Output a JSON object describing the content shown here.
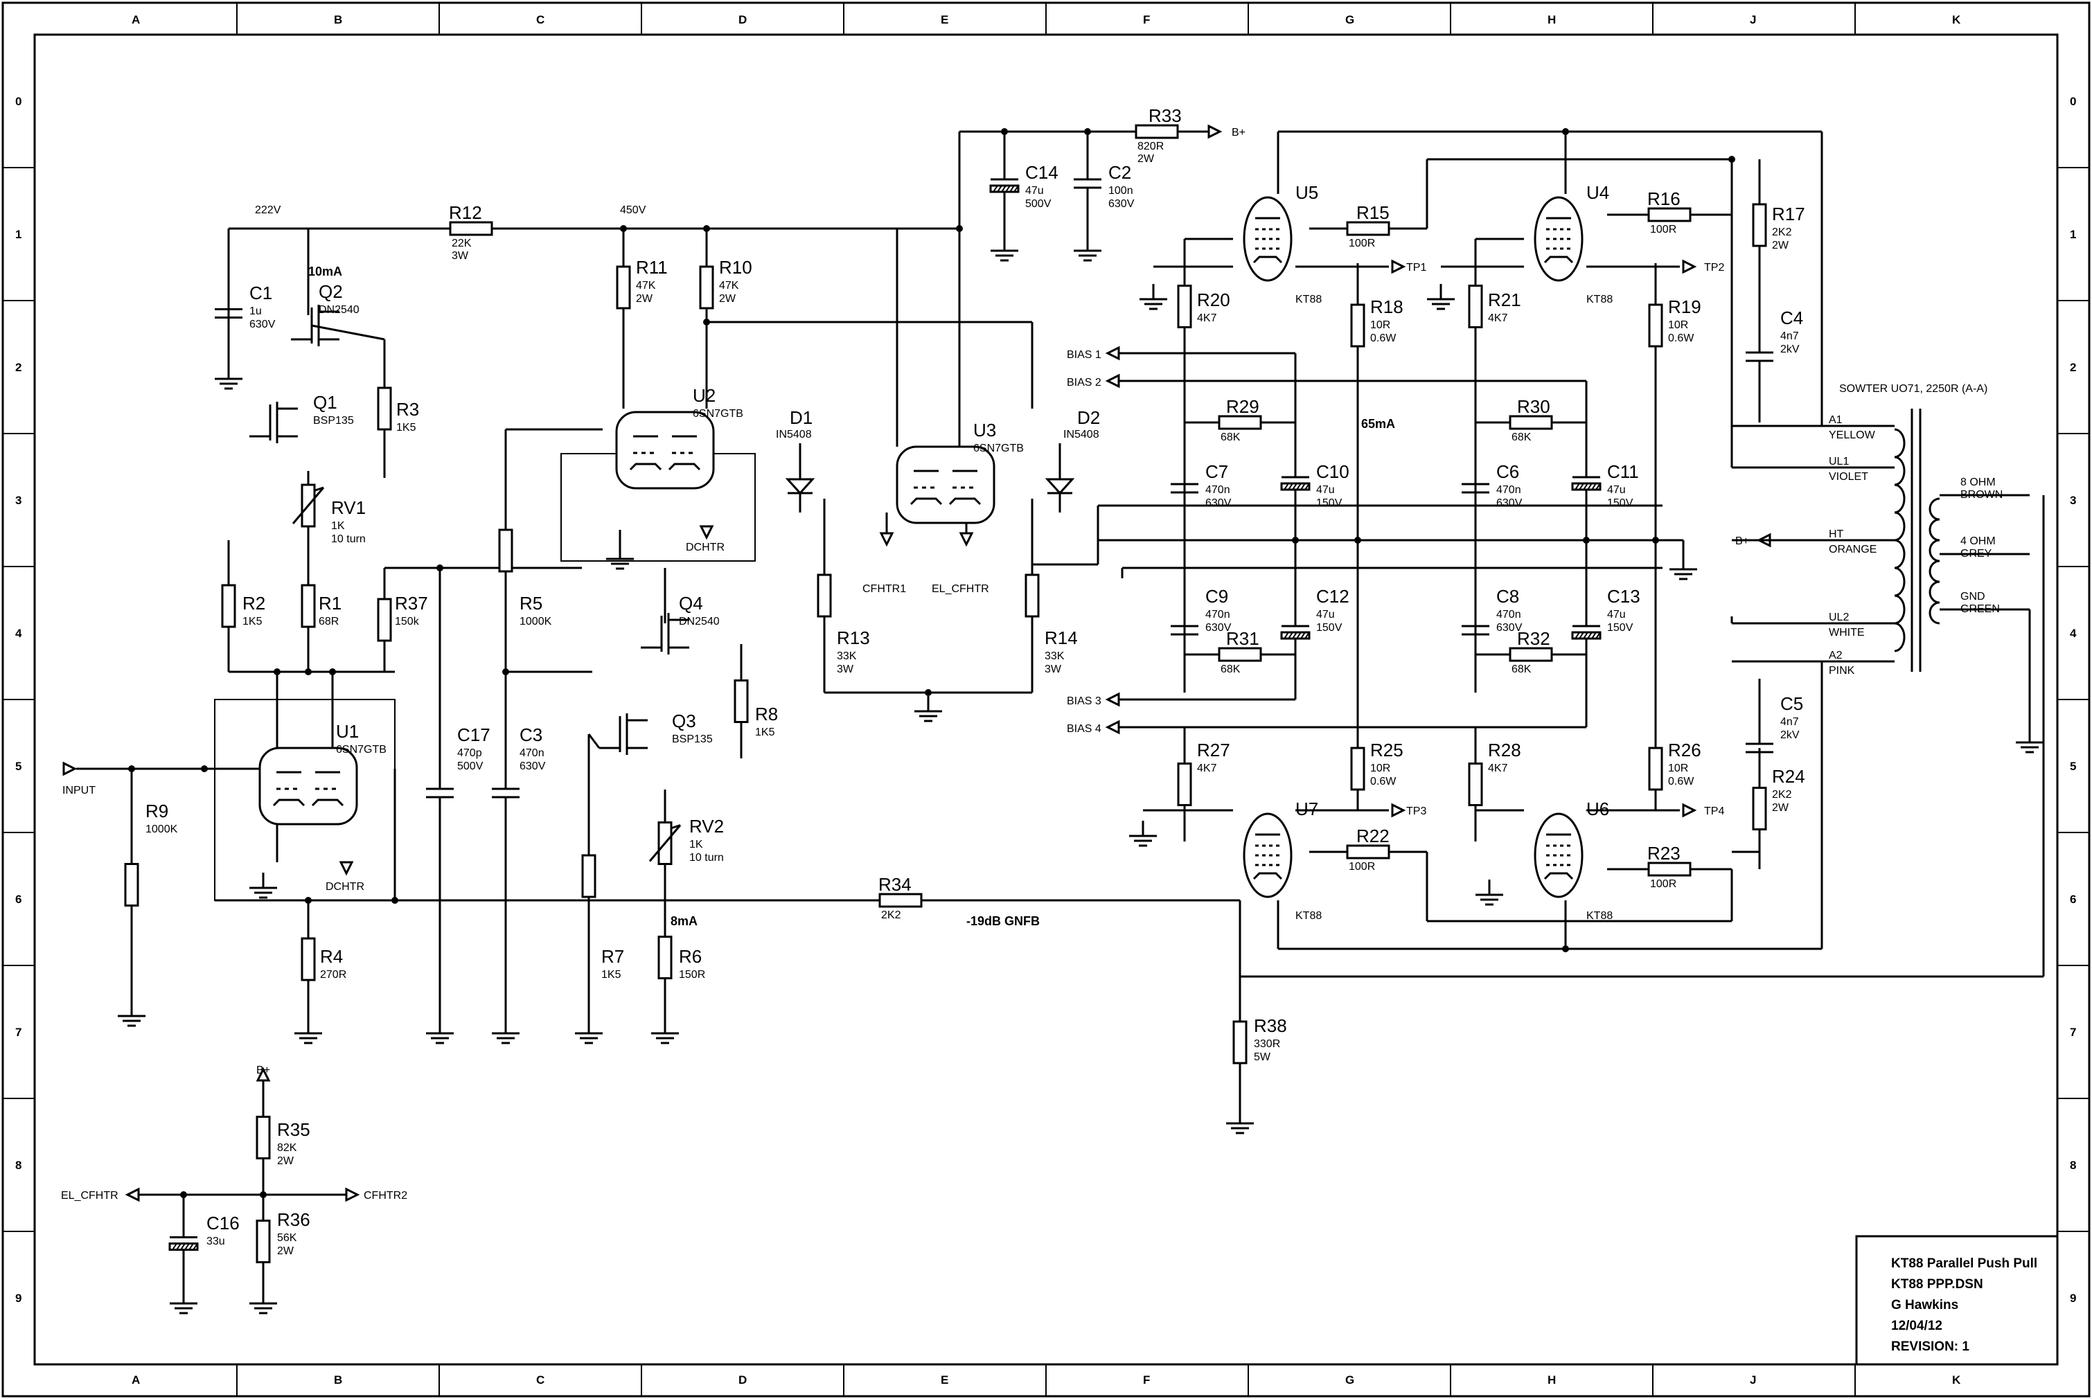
{
  "frame": {
    "columns": [
      "A",
      "B",
      "C",
      "D",
      "E",
      "F",
      "G",
      "H",
      "J",
      "K"
    ],
    "rows": [
      "0",
      "1",
      "2",
      "3",
      "4",
      "5",
      "6",
      "7",
      "8",
      "9"
    ]
  },
  "title_block": {
    "title": "KT88 Parallel Push Pull",
    "file": "KT88 PPP.DSN",
    "author": "G Hawkins",
    "date": "12/04/12",
    "revision": "REVISION:  1"
  },
  "net_labels": {
    "input": "INPUT",
    "v222": "222V",
    "v450": "450V",
    "i10": "10mA",
    "i8": "8mA",
    "i65": "65mA",
    "gnfb": "-19dB GNFB",
    "bplus": "B+",
    "dchtr": "DCHTR",
    "cfhtr1": "CFHTR1",
    "el_cfhtr": "EL_CFHTR",
    "cfhtr2": "CFHTR2",
    "bias1": "BIAS 1",
    "bias2": "BIAS 2",
    "bias3": "BIAS 3",
    "bias4": "BIAS 4",
    "tp1": "TP1",
    "tp2": "TP2",
    "tp3": "TP3",
    "tp4": "TP4"
  },
  "transformer": {
    "title": "SOWTER UO71, 2250R (A-A)",
    "primary": [
      {
        "pin": "A1",
        "color": "YELLOW"
      },
      {
        "pin": "UL1",
        "color": "VIOLET"
      },
      {
        "pin": "HT",
        "color": "ORANGE"
      },
      {
        "pin": "UL2",
        "color": "WHITE"
      },
      {
        "pin": "A2",
        "color": "PINK"
      }
    ],
    "secondary": [
      {
        "tap": "8 OHM",
        "color": "BROWN"
      },
      {
        "tap": "4 OHM",
        "color": "GREY"
      },
      {
        "tap": "GND",
        "color": "GREEN"
      }
    ]
  },
  "components": {
    "R1": {
      "ref": "R1",
      "v": "68R"
    },
    "R2": {
      "ref": "R2",
      "v": "1K5"
    },
    "R3": {
      "ref": "R3",
      "v": "1K5"
    },
    "R4": {
      "ref": "R4",
      "v": "270R"
    },
    "R5": {
      "ref": "R5",
      "v": "1000K"
    },
    "R6": {
      "ref": "R6",
      "v": "150R"
    },
    "R7": {
      "ref": "R7",
      "v": "1K5"
    },
    "R8": {
      "ref": "R8",
      "v": "1K5"
    },
    "R9": {
      "ref": "R9",
      "v": "1000K"
    },
    "R10": {
      "ref": "R10",
      "v": "47K",
      "v2": "2W"
    },
    "R11": {
      "ref": "R11",
      "v": "47K",
      "v2": "2W"
    },
    "R12": {
      "ref": "R12",
      "v": "22K",
      "v2": "3W"
    },
    "R13": {
      "ref": "R13",
      "v": "33K",
      "v2": "3W"
    },
    "R14": {
      "ref": "R14",
      "v": "33K",
      "v2": "3W"
    },
    "R15": {
      "ref": "R15",
      "v": "100R"
    },
    "R16": {
      "ref": "R16",
      "v": "100R"
    },
    "R17": {
      "ref": "R17",
      "v": "2K2",
      "v2": "2W"
    },
    "R18": {
      "ref": "R18",
      "v": "10R",
      "v2": "0.6W"
    },
    "R19": {
      "ref": "R19",
      "v": "10R",
      "v2": "0.6W"
    },
    "R20": {
      "ref": "R20",
      "v": "4K7"
    },
    "R21": {
      "ref": "R21",
      "v": "4K7"
    },
    "R22": {
      "ref": "R22",
      "v": "100R"
    },
    "R23": {
      "ref": "R23",
      "v": "100R"
    },
    "R24": {
      "ref": "R24",
      "v": "2K2",
      "v2": "2W"
    },
    "R25": {
      "ref": "R25",
      "v": "10R",
      "v2": "0.6W"
    },
    "R26": {
      "ref": "R26",
      "v": "10R",
      "v2": "0.6W"
    },
    "R27": {
      "ref": "R27",
      "v": "4K7"
    },
    "R28": {
      "ref": "R28",
      "v": "4K7"
    },
    "R29": {
      "ref": "R29",
      "v": "68K"
    },
    "R30": {
      "ref": "R30",
      "v": "68K"
    },
    "R31": {
      "ref": "R31",
      "v": "68K"
    },
    "R32": {
      "ref": "R32",
      "v": "68K"
    },
    "R33": {
      "ref": "R33",
      "v": "820R",
      "v2": "2W"
    },
    "R34": {
      "ref": "R34",
      "v": "2K2"
    },
    "R35": {
      "ref": "R35",
      "v": "82K",
      "v2": "2W"
    },
    "R36": {
      "ref": "R36",
      "v": "56K",
      "v2": "2W"
    },
    "R37": {
      "ref": "R37",
      "v": "150k"
    },
    "R38": {
      "ref": "R38",
      "v": "330R",
      "v2": "5W"
    },
    "RV1": {
      "ref": "RV1",
      "v": "1K",
      "v2": "10 turn"
    },
    "RV2": {
      "ref": "RV2",
      "v": "1K",
      "v2": "10 turn"
    },
    "C1": {
      "ref": "C1",
      "v": "1u",
      "v2": "630V"
    },
    "C2": {
      "ref": "C2",
      "v": "100n",
      "v2": "630V"
    },
    "C3": {
      "ref": "C3",
      "v": "470n",
      "v2": "630V"
    },
    "C4": {
      "ref": "C4",
      "v": "4n7",
      "v2": "2kV"
    },
    "C5": {
      "ref": "C5",
      "v": "4n7",
      "v2": "2kV"
    },
    "C6": {
      "ref": "C6",
      "v": "470n",
      "v2": "630V"
    },
    "C7": {
      "ref": "C7",
      "v": "470n",
      "v2": "630V"
    },
    "C8": {
      "ref": "C8",
      "v": "470n",
      "v2": "630V"
    },
    "C9": {
      "ref": "C9",
      "v": "470n",
      "v2": "630V"
    },
    "C10": {
      "ref": "C10",
      "v": "47u",
      "v2": "150V"
    },
    "C11": {
      "ref": "C11",
      "v": "47u",
      "v2": "150V"
    },
    "C12": {
      "ref": "C12",
      "v": "47u",
      "v2": "150V"
    },
    "C13": {
      "ref": "C13",
      "v": "47u",
      "v2": "150V"
    },
    "C14": {
      "ref": "C14",
      "v": "47u",
      "v2": "500V"
    },
    "C16": {
      "ref": "C16",
      "v": "33u"
    },
    "C17": {
      "ref": "C17",
      "v": "470p",
      "v2": "500V"
    },
    "Q1": {
      "ref": "Q1",
      "v": "BSP135"
    },
    "Q2": {
      "ref": "Q2",
      "v": "DN2540"
    },
    "Q3": {
      "ref": "Q3",
      "v": "BSP135"
    },
    "Q4": {
      "ref": "Q4",
      "v": "DN2540"
    },
    "D1": {
      "ref": "D1",
      "v": "IN5408"
    },
    "D2": {
      "ref": "D2",
      "v": "IN5408"
    },
    "U1": {
      "ref": "U1",
      "v": "6SN7GTB"
    },
    "U2": {
      "ref": "U2",
      "v": "6SN7GTB"
    },
    "U3": {
      "ref": "U3",
      "v": "6SN7GTB"
    },
    "U4": {
      "ref": "U4",
      "v": "KT88"
    },
    "U5": {
      "ref": "U5",
      "v": "KT88"
    },
    "U6": {
      "ref": "U6",
      "v": "KT88"
    },
    "U7": {
      "ref": "U7",
      "v": "KT88"
    }
  }
}
